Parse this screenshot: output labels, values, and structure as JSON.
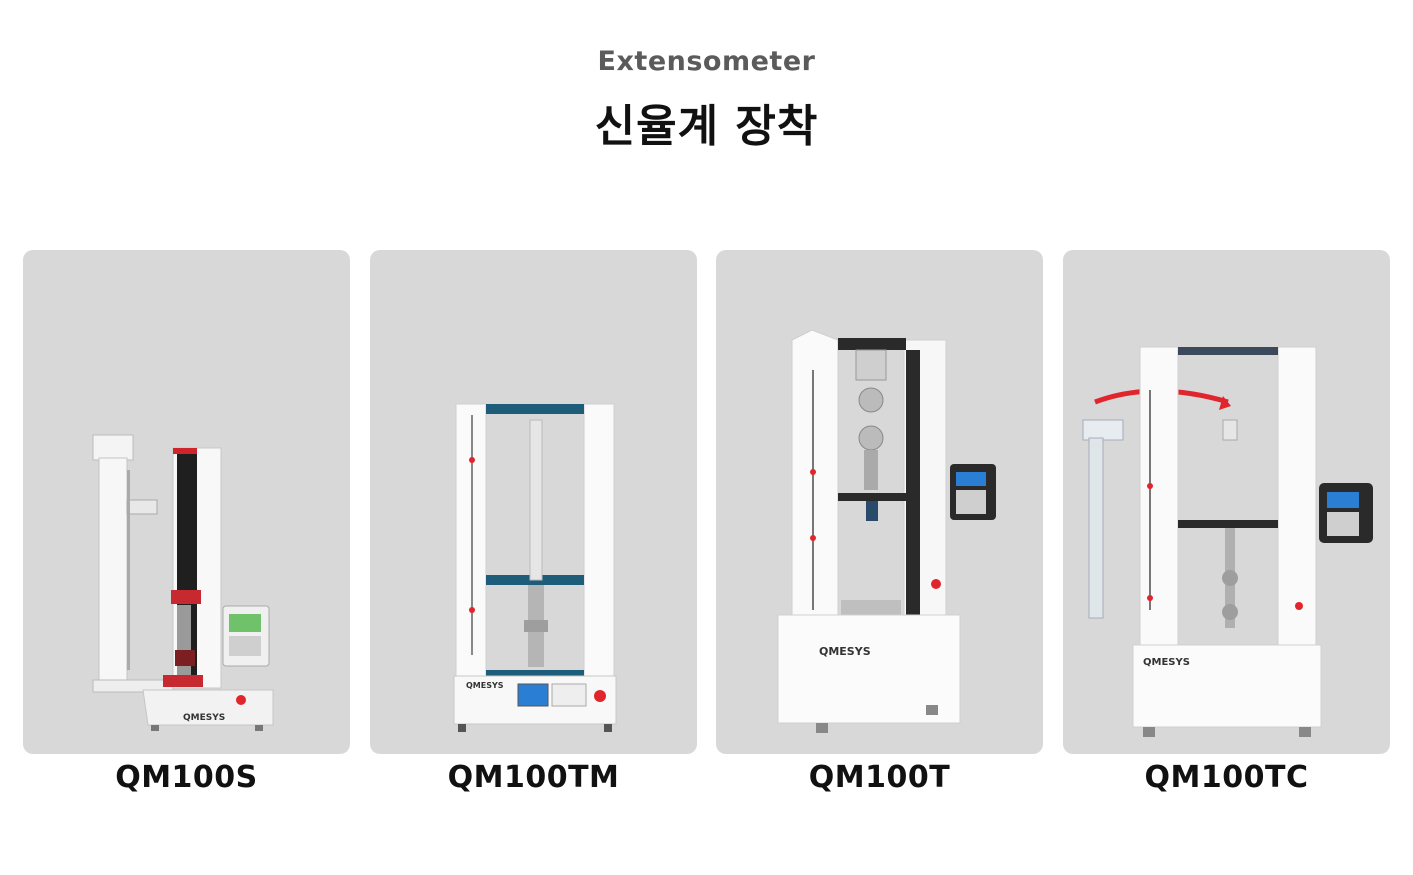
{
  "header": {
    "subtitle": "Extensometer",
    "title": "신율계 장착"
  },
  "products": [
    {
      "name": "QM100S",
      "brand": "QMESYS"
    },
    {
      "name": "QM100TM",
      "brand": "QMESYS"
    },
    {
      "name": "QM100T",
      "brand": "QMESYS"
    },
    {
      "name": "QM100TC",
      "brand": "QMESYS"
    }
  ],
  "colors": {
    "card_bg": "#d8d8d8",
    "accent_red": "#e0262c",
    "frame_blue": "#1d5d7a",
    "screen_blue": "#2a7fd4"
  }
}
